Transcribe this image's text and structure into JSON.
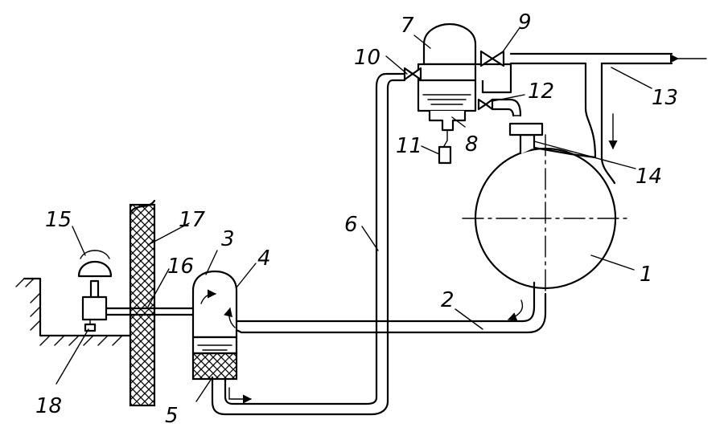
{
  "colors": {
    "ink": "#000000",
    "paper": "#ffffff"
  },
  "labels": {
    "l1": "1",
    "l2": "2",
    "l3": "3",
    "l4": "4",
    "l5": "5",
    "l6": "6",
    "l7": "7",
    "l8": "8",
    "l9": "9",
    "l10": "10",
    "l11": "11",
    "l12": "12",
    "l13": "13",
    "l14": "14",
    "l15": "15",
    "l16": "16",
    "l17": "17",
    "l18": "18"
  }
}
